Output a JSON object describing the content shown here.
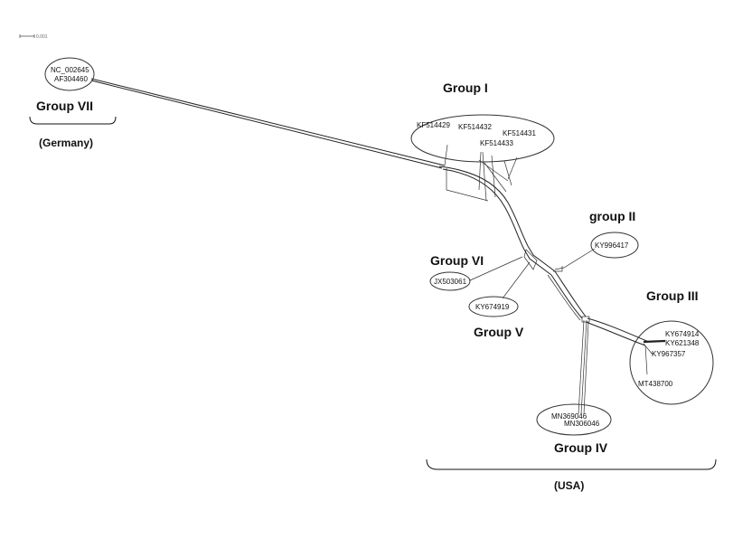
{
  "scale_bar": {
    "label": "0.001"
  },
  "sequences": {
    "nc_002645": "NC_002645",
    "af304460": "AF304460",
    "kf514429": "KF514429",
    "kf514432": "KF514432",
    "kf514431": "KF514431",
    "kf514433": "KF514433",
    "ky996417": "KY996417",
    "jx503061": "JX503061",
    "ky674919": "KY674919",
    "ky674914": "KY674914",
    "ky621348": "KY621348",
    "ky967357": "KY967357",
    "mt438700": "MT438700",
    "mn369046": "MN369046",
    "mn306046": "MN306046"
  },
  "groups": {
    "g1": "Group I",
    "g2": "group II",
    "g3": "Group III",
    "g4": "Group IV",
    "g5": "Group V",
    "g6": "Group VI",
    "g7": "Group VII"
  },
  "regions": {
    "germany": "(Germany)",
    "usa": "(USA)"
  }
}
